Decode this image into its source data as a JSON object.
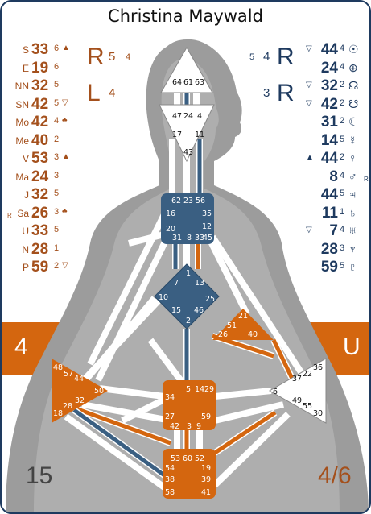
{
  "header": {
    "name": "Christina Maywald"
  },
  "colors": {
    "design": "#a4501c",
    "personality": "#1e3a5f",
    "defined_orange": "#d4660f",
    "defined_blue": "#3a5f82",
    "undefined_center": "#ffffff",
    "body_silhouette": "#9c9c9c",
    "band": "#d4660f"
  },
  "design_column": [
    {
      "label": "S",
      "gate": "33",
      "line": "6",
      "arrow": "▲"
    },
    {
      "label": "E",
      "gate": "19",
      "line": "6",
      "arrow": ""
    },
    {
      "label": "NN",
      "gate": "32",
      "line": "5",
      "arrow": ""
    },
    {
      "label": "SN",
      "gate": "42",
      "line": "5",
      "arrow": "▽"
    },
    {
      "label": "Mo",
      "gate": "42",
      "line": "4",
      "arrow": "♣"
    },
    {
      "label": "Me",
      "gate": "40",
      "line": "2",
      "arrow": ""
    },
    {
      "label": "V",
      "gate": "53",
      "line": "3",
      "arrow": "▲"
    },
    {
      "label": "Ma",
      "gate": "24",
      "line": "3",
      "arrow": ""
    },
    {
      "label": "J",
      "gate": "32",
      "line": "5",
      "arrow": ""
    },
    {
      "label": "Sa",
      "gate": "26",
      "line": "3",
      "arrow": "♣",
      "retro": "R"
    },
    {
      "label": "U",
      "gate": "33",
      "line": "5",
      "arrow": ""
    },
    {
      "label": "N",
      "gate": "28",
      "line": "1",
      "arrow": ""
    },
    {
      "label": "P",
      "gate": "59",
      "line": "2",
      "arrow": "▽"
    }
  ],
  "personality_column": [
    {
      "arrow": "▽",
      "gate": "44",
      "line": "4",
      "symbol": "☉"
    },
    {
      "arrow": "",
      "gate": "24",
      "line": "4",
      "symbol": "⊕"
    },
    {
      "arrow": "▽",
      "gate": "32",
      "line": "2",
      "symbol": "☊"
    },
    {
      "arrow": "▽",
      "gate": "42",
      "line": "2",
      "symbol": "☋"
    },
    {
      "arrow": "",
      "gate": "31",
      "line": "2",
      "symbol": "☾"
    },
    {
      "arrow": "",
      "gate": "14",
      "line": "5",
      "symbol": "☿"
    },
    {
      "arrow": "▲",
      "gate": "44",
      "line": "2",
      "symbol": "♀"
    },
    {
      "arrow": "",
      "gate": "8",
      "line": "4",
      "symbol": "♂",
      "retro": "R"
    },
    {
      "arrow": "",
      "gate": "44",
      "line": "5",
      "symbol": "♃"
    },
    {
      "arrow": "",
      "gate": "11",
      "line": "1",
      "symbol": "♄"
    },
    {
      "arrow": "▽",
      "gate": "7",
      "line": "4",
      "symbol": "♅"
    },
    {
      "arrow": "",
      "gate": "28",
      "line": "3",
      "symbol": "♆"
    },
    {
      "arrow": "",
      "gate": "59",
      "line": "5",
      "symbol": "♇"
    }
  ],
  "variables": {
    "design_top": {
      "letter": "R",
      "num1": "5",
      "num2": "4"
    },
    "design_bottom": {
      "letter": "L",
      "num1": "4"
    },
    "pers_top": {
      "num1": "5",
      "num2": "4",
      "letter": "R"
    },
    "pers_bottom": {
      "num1": "3",
      "letter": "R"
    }
  },
  "band": {
    "left": "4",
    "right": "U"
  },
  "footer": {
    "left": "15",
    "right": "4/6"
  },
  "centers": {
    "head": {
      "gates": [
        "64",
        "61",
        "63"
      ]
    },
    "ajna": {
      "gates": [
        "47",
        "24",
        "4",
        "17",
        "11",
        "43"
      ]
    },
    "throat": {
      "gates": [
        "62",
        "23",
        "56",
        "16",
        "35",
        "20",
        "12",
        "31",
        "8",
        "33",
        "45"
      ]
    },
    "g": {
      "gates": [
        "1",
        "7",
        "13",
        "10",
        "25",
        "15",
        "46",
        "2"
      ]
    },
    "ego": {
      "gates": [
        "21",
        "51",
        "26",
        "40"
      ]
    },
    "spleen": {
      "gates": [
        "48",
        "57",
        "44",
        "50",
        "32",
        "28",
        "18"
      ]
    },
    "sacral": {
      "gates": [
        "5",
        "14",
        "29",
        "34",
        "27",
        "59",
        "42",
        "3",
        "9"
      ]
    },
    "solar": {
      "gates": [
        "36",
        "22",
        "37",
        "6",
        "49",
        "55",
        "30"
      ]
    },
    "root": {
      "gates": [
        "53",
        "60",
        "52",
        "54",
        "19",
        "38",
        "39",
        "58",
        "41"
      ]
    }
  }
}
